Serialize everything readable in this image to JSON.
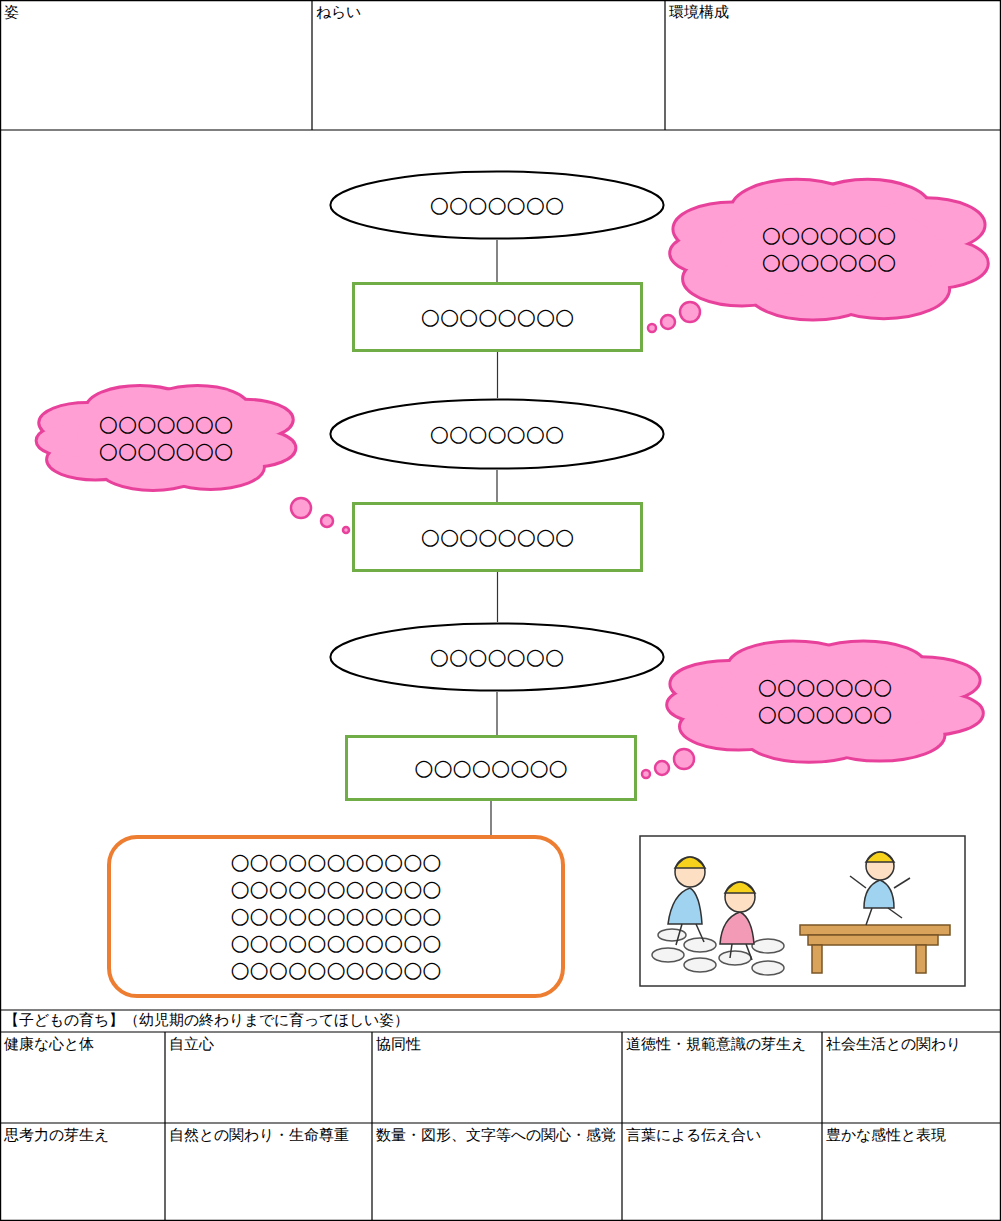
{
  "diagram": {
    "nodes": [
      {
        "text": [
          "○○○○○○○"
        ]
      },
      {
        "text": [
          "○○○○○○○ ○○○○○○○"
        ]
      },
      {
        "text": [
          "○○○○○○○○"
        ]
      },
      {
        "text": [
          "○○○○○○○ ○○○○○○○"
        ]
      },
      {
        "text": [
          "○○○○○○○"
        ]
      },
      {
        "text": [
          "○○○○○○○○"
        ]
      },
      {
        "text": [
          "○○○○○○○"
        ]
      },
      {
        "text": [
          "○○○○○○○ ○○○○○○○"
        ]
      },
      {
        "text": [
          "○○○○○○○○"
        ]
      },
      {
        "text": [
          "○○○○○○○○○○○ ○○○○○○○○○○○ ○○○○○○○○○○○ ○○○○○○○○○○○ ○○○○○○○○○○○"
        ]
      }
    ],
    "edges": [
      {
        "from": 0,
        "to": 2,
        "arrow": "none"
      },
      {
        "from": 2,
        "to": 4,
        "arrow": "none"
      },
      {
        "from": 4,
        "to": 5,
        "arrow": "none"
      },
      {
        "from": 5,
        "to": 6,
        "arrow": "none"
      },
      {
        "from": 6,
        "to": 8,
        "arrow": "none"
      },
      {
        "from": 8,
        "to": 9,
        "arrow": "none"
      }
    ],
    "labels": [
      "姿",
      "ねらい",
      "環境構成",
      "【子どもの育ち】（幼児期の終わりまでに育ってほしい姿）",
      "健康な心と体",
      "自立心",
      "協同性",
      "道徳性・規範意識の芽生え",
      "社会生活との関わり",
      "思考力の芽生え",
      "自然との関わり・生命尊重",
      "数量・図形、文字等への関心・感覚",
      "言葉による伝え合い",
      "豊かな感性と表現"
    ]
  }
}
